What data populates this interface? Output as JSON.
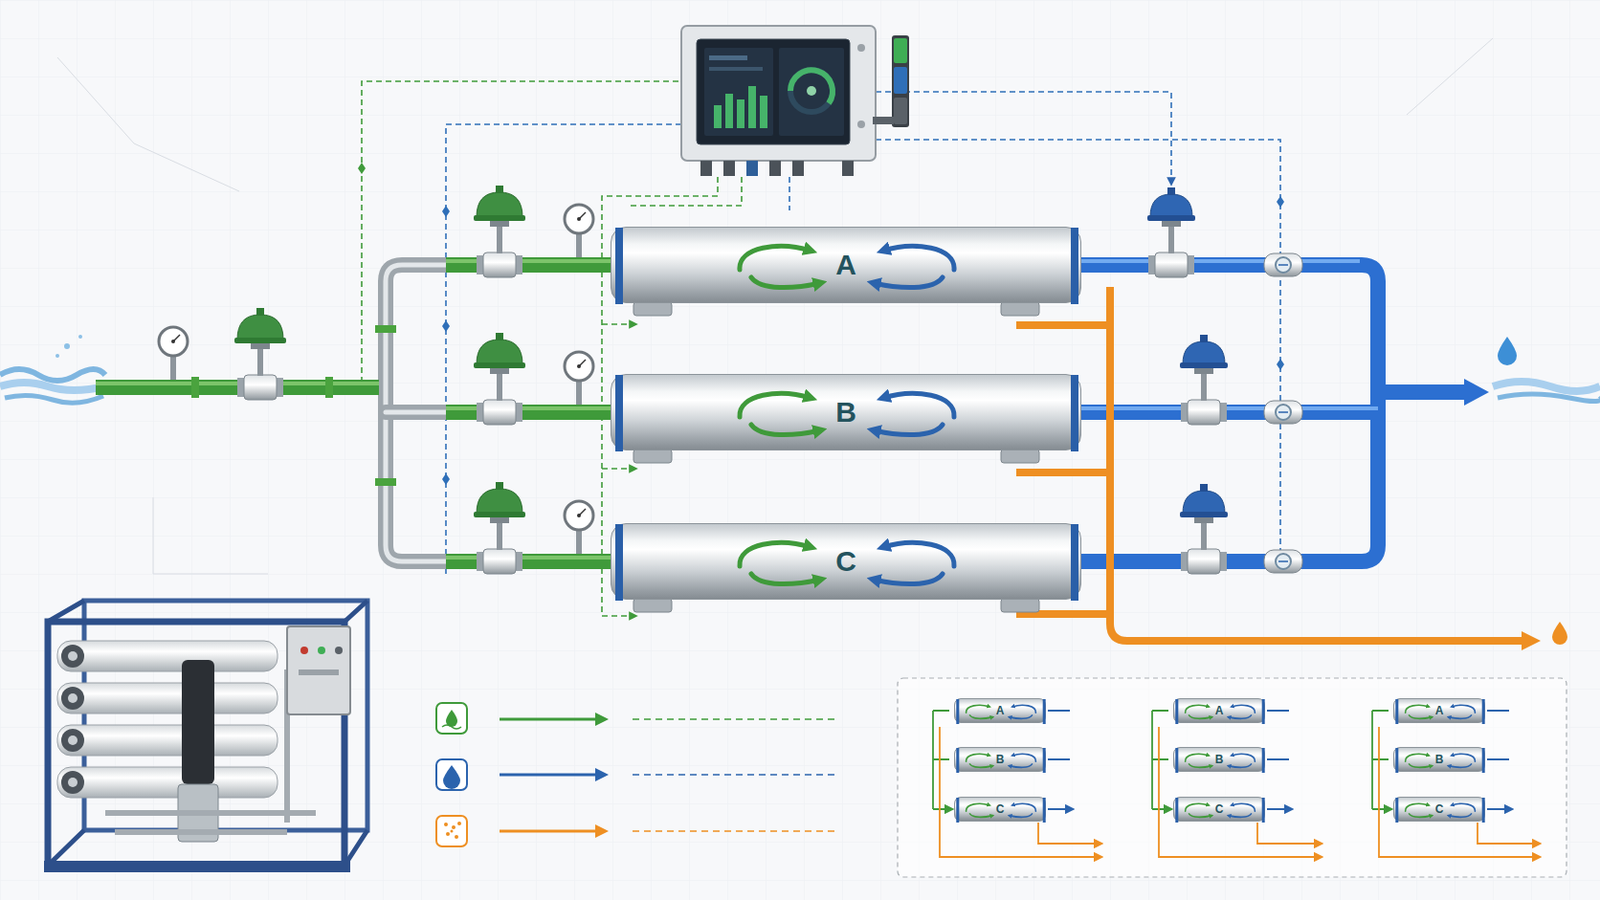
{
  "diagram": {
    "nodes": [
      {
        "text": [
          "A"
        ]
      },
      {
        "text": [
          "B"
        ]
      },
      {
        "text": [
          "C"
        ]
      },
      {
        "text": [
          "A"
        ]
      },
      {
        "text": [
          "B"
        ]
      },
      {
        "text": [
          "C"
        ]
      },
      {
        "text": [
          "A"
        ]
      },
      {
        "text": [
          "B"
        ]
      },
      {
        "text": [
          "C"
        ]
      },
      {
        "text": [
          "A"
        ]
      },
      {
        "text": [
          "B"
        ]
      },
      {
        "text": [
          "C"
        ]
      }
    ]
  }
}
